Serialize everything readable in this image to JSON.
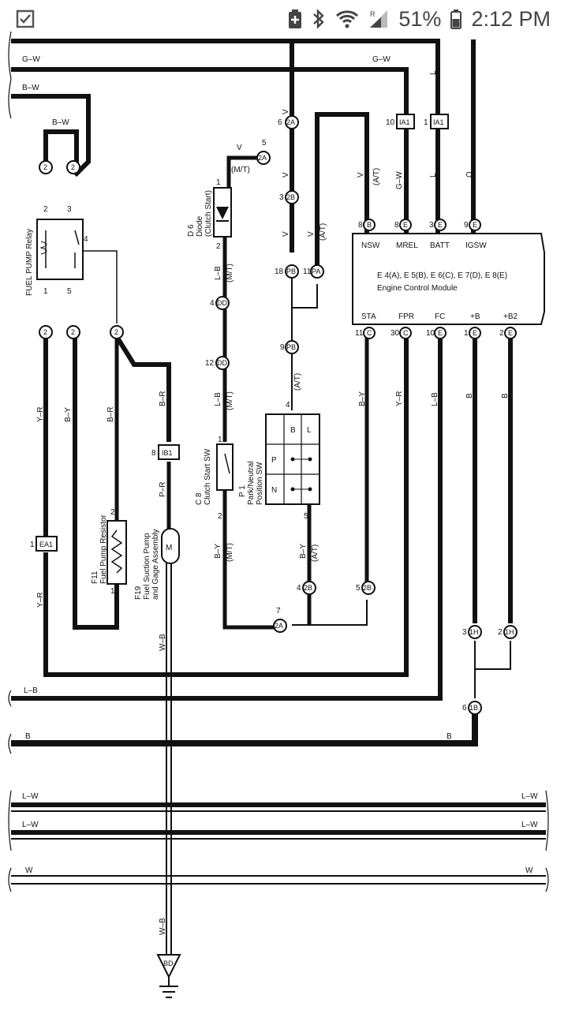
{
  "status_bar": {
    "battery_percent": "51%",
    "time": "2:12 PM",
    "icons": [
      "checkbox-notification-icon",
      "battery-saver-icon",
      "bluetooth-icon",
      "wifi-icon",
      "signal-roaming-icon",
      "battery-icon"
    ]
  },
  "wires": {
    "g_w": "G–W",
    "b_w": "B–W",
    "v": "V",
    "y_r": "Y–R",
    "b_y": "B–Y",
    "b_r": "B–R",
    "p_r": "P–R",
    "l_b": "L–B",
    "w_b": "W–B",
    "o": "O",
    "l": "L",
    "b": "B",
    "l_w": "L–W",
    "w": "W"
  },
  "notes": {
    "mt": "(M/T)",
    "at": "(A/T)"
  },
  "components": {
    "fuel_pump_relay": "FUEL PUMP Relay",
    "d6_code": "D 6",
    "d6_name": "Diode",
    "d6_sub": "(Clutch Start)",
    "c8_code": "C 8",
    "c8_name": "Clutch Start SW",
    "p1_code": "P 1",
    "p1_name": "Park/Neutral",
    "p1_name2": "Position SW",
    "f11_code": "F11",
    "f11_name": "Fuel Pump Resistor",
    "f19_code": "F19",
    "f19_name": "Fuel Suction Pump",
    "f19_name2": "and Gage Assembly",
    "ecm_connectors": "E 4(A), E 5(B), E 6(C), E 7(D), E 8(E)",
    "ecm_name": "Engine Control Module",
    "motor": "M"
  },
  "ecm_terminals": {
    "top": [
      "NSW",
      "MREL",
      "BATT",
      "IGSW"
    ],
    "bottom": [
      "STA",
      "FPR",
      "FC",
      "+B",
      "+B2"
    ]
  },
  "pnp_switch": {
    "col_b": "B",
    "col_l": "L",
    "row_p": "P",
    "row_n": "N"
  },
  "connectors": {
    "c2": "2",
    "c2a": "2A",
    "c2b": "2B",
    "pb": "PB",
    "pa": "PA",
    "dd": "DD",
    "ia1": "IA1",
    "ib1": "IB1",
    "ea1": "EA1",
    "c1h": "1H",
    "c1b": "1B",
    "bd": "BD",
    "e": "E",
    "b": "B",
    "c": "C"
  },
  "pins": {
    "n1": "1",
    "n2": "2",
    "n3": "3",
    "n4": "4",
    "n5": "5",
    "n6": "6",
    "n7": "7",
    "n8": "8",
    "n9": "9",
    "n10": "10",
    "n11": "11",
    "n12": "12",
    "n18": "18",
    "n30": "30"
  }
}
